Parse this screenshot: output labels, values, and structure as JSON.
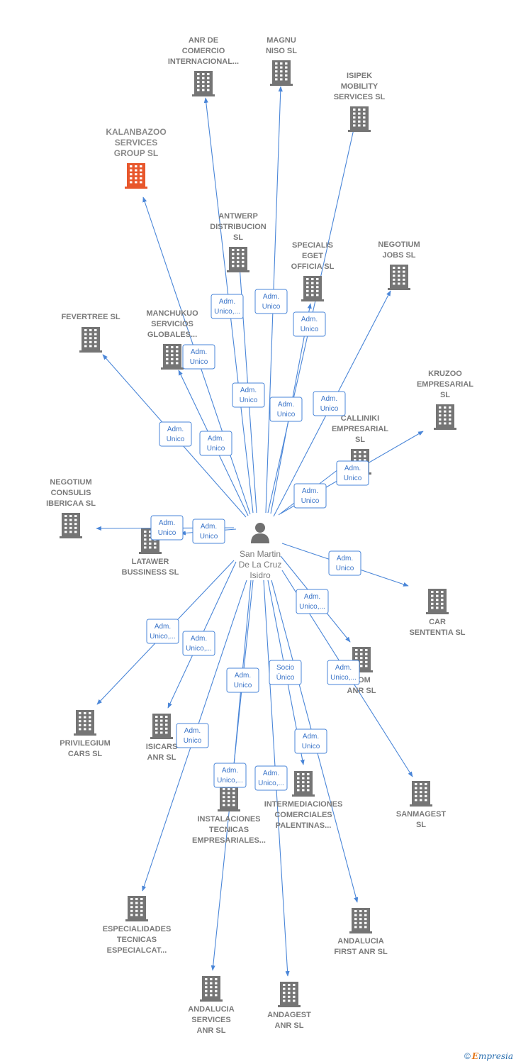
{
  "person": {
    "name_lines": [
      "San Martin",
      "De La Cruz",
      "Isidro"
    ]
  },
  "companies": [
    {
      "id": "anr-comercio",
      "lines": [
        "ANR DE",
        "COMERCIO",
        "INTERNACIONAL..."
      ],
      "highlight": false
    },
    {
      "id": "magnu-niso",
      "lines": [
        "MAGNU",
        "NISO  SL"
      ],
      "highlight": false
    },
    {
      "id": "isipek",
      "lines": [
        "ISIPEK",
        "MOBILITY",
        "SERVICES  SL"
      ],
      "highlight": false
    },
    {
      "id": "kalanbazoo",
      "lines": [
        "KALANBAZOO",
        "SERVICES",
        "GROUP  SL"
      ],
      "highlight": true
    },
    {
      "id": "antwerp",
      "lines": [
        "ANTWERP",
        "DISTRIBUCION",
        "SL"
      ],
      "highlight": false
    },
    {
      "id": "specialis",
      "lines": [
        "SPECIALIS",
        "EGET",
        "OFFICIA  SL"
      ],
      "highlight": false
    },
    {
      "id": "negotium-jobs",
      "lines": [
        "NEGOTIUM",
        "JOBS  SL"
      ],
      "highlight": false
    },
    {
      "id": "fevertree",
      "lines": [
        "FEVERTREE SL"
      ],
      "highlight": false
    },
    {
      "id": "manchukuo",
      "lines": [
        "MANCHUKUO",
        "SERVICIOS",
        "GLOBALES..."
      ],
      "highlight": false
    },
    {
      "id": "kruzoo",
      "lines": [
        "KRUZOO",
        "EMPRESARIAL",
        "SL"
      ],
      "highlight": false
    },
    {
      "id": "calliniki",
      "lines": [
        "CALLINIKI",
        "EMPRESARIAL",
        "SL"
      ],
      "highlight": false
    },
    {
      "id": "negotium-consulis",
      "lines": [
        "NEGOTIUM",
        "CONSULIS",
        "IBERICAA  SL"
      ],
      "highlight": false
    },
    {
      "id": "latawer",
      "lines": [
        "LATAWER",
        "BUSSINESS  SL"
      ],
      "highlight": false
    },
    {
      "id": "car-sententia",
      "lines": [
        "CAR",
        "SENTENTIA  SL"
      ],
      "highlight": false
    },
    {
      "id": "com-anr",
      "lines": [
        "COM",
        "ANR  SL"
      ],
      "highlight": false
    },
    {
      "id": "privilegium",
      "lines": [
        "PRIVILEGIUM",
        "CARS  SL"
      ],
      "highlight": false
    },
    {
      "id": "isicars",
      "lines": [
        "ISICARS",
        "ANR  SL"
      ],
      "highlight": false
    },
    {
      "id": "sanmagest",
      "lines": [
        "SANMAGEST",
        "SL"
      ],
      "highlight": false
    },
    {
      "id": "instalaciones",
      "lines": [
        "INSTALACIONES",
        "TECNICAS",
        "EMPRESARIALES..."
      ],
      "highlight": false
    },
    {
      "id": "intermediaciones",
      "lines": [
        "INTERMEDIACIONES",
        "COMERCIALES",
        "PALENTINAS..."
      ],
      "highlight": false
    },
    {
      "id": "especialidades",
      "lines": [
        "ESPECIALIDADES",
        "TECNICAS",
        "ESPECIALCAT..."
      ],
      "highlight": false
    },
    {
      "id": "andalucia-first",
      "lines": [
        "ANDALUCIA",
        "FIRST ANR  SL"
      ],
      "highlight": false
    },
    {
      "id": "andalucia-services",
      "lines": [
        "ANDALUCIA",
        "SERVICES",
        "ANR  SL"
      ],
      "highlight": false
    },
    {
      "id": "andagest",
      "lines": [
        "ANDAGEST",
        "ANR  SL"
      ],
      "highlight": false
    }
  ],
  "roles": [
    {
      "lines": [
        "Adm.",
        "Unico,..."
      ]
    },
    {
      "lines": [
        "Adm.",
        "Unico"
      ]
    },
    {
      "lines": [
        "Adm.",
        "Unico"
      ]
    },
    {
      "lines": [
        "Adm.",
        "Unico"
      ]
    },
    {
      "lines": [
        "Adm.",
        "Unico"
      ]
    },
    {
      "lines": [
        "Adm.",
        "Unico"
      ]
    },
    {
      "lines": [
        "Adm.",
        "Unico"
      ]
    },
    {
      "lines": [
        "Adm.",
        "Unico"
      ]
    },
    {
      "lines": [
        "Adm.",
        "Unico"
      ]
    },
    {
      "lines": [
        "Adm.",
        "Unico"
      ]
    },
    {
      "lines": [
        "Adm.",
        "Unico"
      ]
    },
    {
      "lines": [
        "Adm.",
        "Unico"
      ]
    },
    {
      "lines": [
        "Adm.",
        "Unico"
      ]
    },
    {
      "lines": [
        "Adm.",
        "Unico"
      ]
    },
    {
      "lines": [
        "Adm.",
        "Unico"
      ]
    },
    {
      "lines": [
        "Adm.",
        "Unico,..."
      ]
    },
    {
      "lines": [
        "Adm.",
        "Unico,..."
      ]
    },
    {
      "lines": [
        "Adm.",
        "Unico,..."
      ]
    },
    {
      "lines": [
        "Adm.",
        "Unico,..."
      ]
    },
    {
      "lines": [
        "Adm.",
        "Unico"
      ]
    },
    {
      "lines": [
        "Socio",
        "Único"
      ]
    },
    {
      "lines": [
        "Adm.",
        "Unico"
      ]
    },
    {
      "lines": [
        "Adm.",
        "Unico,..."
      ]
    },
    {
      "lines": [
        "Adm.",
        "Unico,..."
      ]
    },
    {
      "lines": [
        "Adm.",
        "Unico,..."
      ]
    }
  ],
  "colors": {
    "edge": "#4a86d8",
    "building": "#757575",
    "highlight": "#e8572c"
  },
  "footer": {
    "copyright": "©",
    "brand_initial": "E",
    "brand_rest": "mpresia"
  }
}
